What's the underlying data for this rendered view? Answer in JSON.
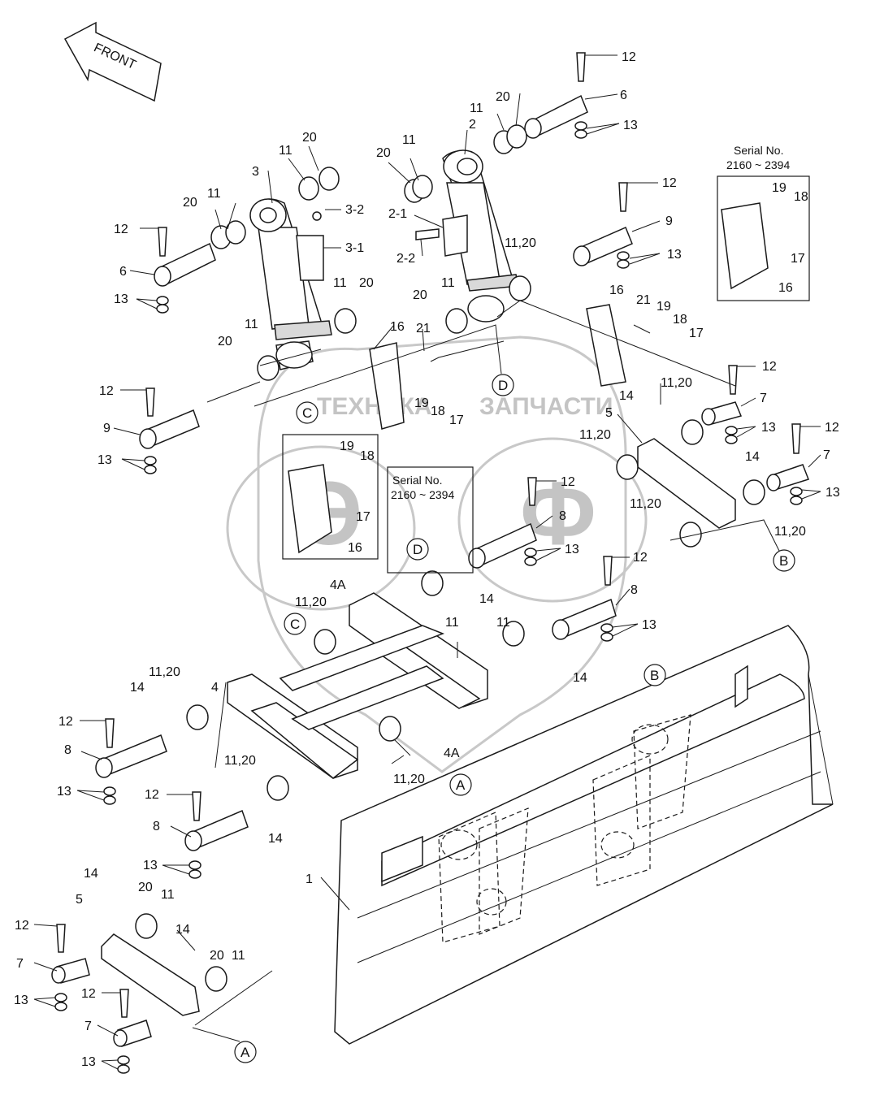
{
  "direction_arrow": {
    "label": "FRONT"
  },
  "watermark": {
    "text_left": "ТЕХНИКА",
    "text_right": "ЗАПЧАСТИ",
    "letters": [
      "Э",
      "Ф"
    ]
  },
  "serial_notes": [
    {
      "line1": "Serial No.",
      "line2": "2160 ~ 2394"
    },
    {
      "line1": "Serial No.",
      "line2": "2160 ~ 2394"
    }
  ],
  "callouts": [
    "A",
    "B",
    "C",
    "D"
  ],
  "part_labels": {
    "p1": "1",
    "p2": "2",
    "p2_1": "2-1",
    "p2_2": "2-2",
    "p3": "3",
    "p3_1": "3-1",
    "p3_2": "3-2",
    "p4": "4",
    "p4a": "4A",
    "p5": "5",
    "p6": "6",
    "p7": "7",
    "p8": "8",
    "p9": "9",
    "p11": "11",
    "p12": "12",
    "p13": "13",
    "p14": "14",
    "p16": "16",
    "p17": "17",
    "p18": "18",
    "p19": "19",
    "p20": "20",
    "p21": "21",
    "p11_20": "11,20"
  }
}
